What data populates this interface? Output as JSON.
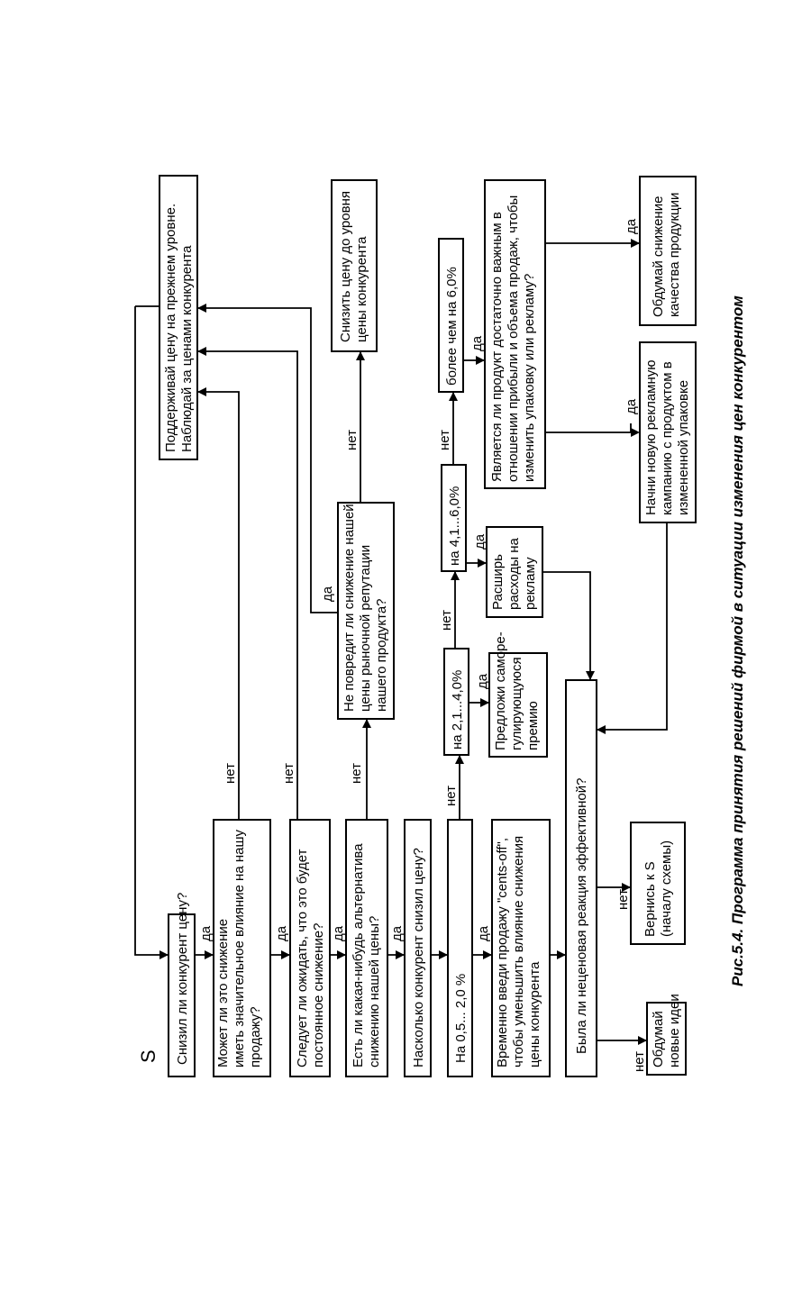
{
  "start_label": "S",
  "caption": "Рис.5.4. Программа принятия решений фирмой в ситуации изменения цен конкурентом",
  "labels": {
    "yes": "да",
    "no": "нет"
  },
  "nodes": {
    "q1": [
      "Снизил ли конкурент цену?"
    ],
    "q2": [
      "Может ли это снижение",
      "иметь значительное влияние на нашу",
      "продажу?"
    ],
    "q3": [
      "Следует ли ожидать, что это будет",
      "постоянное снижение?"
    ],
    "q4": [
      "Есть ли какая-нибудь альтернатива",
      "снижению нашей цены?"
    ],
    "q5": [
      "Насколько конкурент снизил цену?"
    ],
    "r1": [
      "На 0,5... 2,0 %"
    ],
    "a1": [
      "Временно введи продажу \"cents-off\",",
      "чтобы уменьшить влияние снижения",
      "цены конкурента"
    ],
    "q6": [
      "Была ли неценовая реакция эффективной?"
    ],
    "new_ideas": [
      "Обдумай",
      "новые идеи"
    ],
    "return_s": [
      "Вернись к S",
      "(началу схемы)"
    ],
    "maintain": [
      "Поддерживай цену на прежнем уровне.",
      "Наблюдай за ценами конкурента"
    ],
    "q_rep": [
      "Не повредит ли снижение нашей",
      "цены рыночной репутации",
      "нашего продукта?"
    ],
    "lower_price": [
      "Снизить цену до уровня",
      "цены конкурента"
    ],
    "r2": [
      "на 2,1...4,0%"
    ],
    "r3": [
      "на 4,1...6,0%"
    ],
    "r4": [
      "более чем на 6,0%"
    ],
    "a2": [
      "Предложи саморе-",
      "гулирующуюся",
      "премию"
    ],
    "a3": [
      "Расширь",
      "расходы на",
      "рекламу"
    ],
    "q7": [
      "Является ли продукт достаточно важным в",
      "отношении прибыли и объема продаж, чтобы",
      "изменить упаковку или рекламу?"
    ],
    "a4": [
      "Начни новую рекламную",
      "кампанию с продуктом в",
      "измененной упаковке"
    ],
    "a5": [
      "Обдумай снижение",
      "качества продукции"
    ]
  }
}
